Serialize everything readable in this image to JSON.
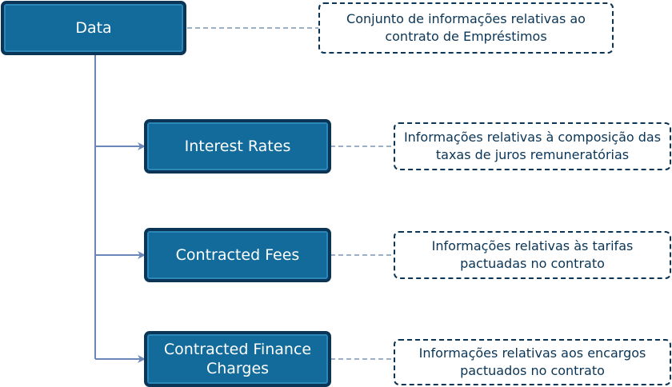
{
  "nodes": {
    "root": "Data",
    "interest_rates": "Interest Rates",
    "contracted_fees": "Contracted Fees",
    "contracted_finance_charges": "Contracted Finance Charges"
  },
  "notes": {
    "root": "Conjunto de informações relativas ao contrato de Empréstimos",
    "interest_rates": "Informações relativas à composição das taxas de juros remuneratórias",
    "contracted_fees": "Informações relativas às tarifas pactuadas no contrato",
    "contracted_finance_charges": "Informações relativas aos encargos pactuados no contrato"
  },
  "colors": {
    "node_fill": "#126b9a",
    "node_border": "#0a3556",
    "connector": "#6b86b8",
    "dashed_link": "#7a96b0"
  }
}
